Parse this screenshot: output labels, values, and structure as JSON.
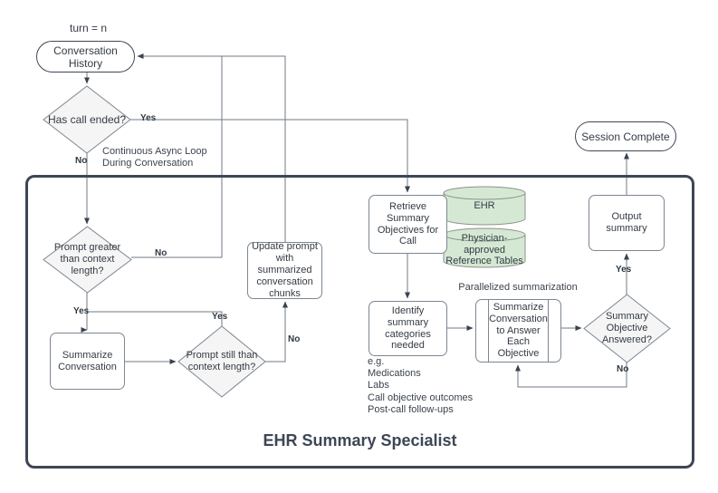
{
  "diagram": {
    "nodes": {
      "conversation_history": "Conversation History",
      "has_call_ended": "Has call ended?",
      "prompt_greater": "Prompt greater than context length?",
      "summarize_conversation": "Summarize Conversation",
      "prompt_still": "Prompt still than context length?",
      "update_prompt": "Update prompt with summarized conversation chunks",
      "retrieve_objectives": "Retrieve Summary Objectives for Call",
      "ehr_database": "EHR",
      "reference_tables": "Physician-approved Reference Tables",
      "identify_categories": "Identify summary categories needed",
      "summarize_each_objective": "Summarize Conversation to Answer Each Objective",
      "summary_objective_answered": "Summary Objective Answered?",
      "output_summary": "Output summary",
      "session_complete": "Session Complete"
    },
    "annotations": {
      "turn_counter": "turn = n",
      "continuous_loop": "Continuous Async Loop\nDuring Conversation",
      "parallelized": "Parallelized summarization",
      "examples": "e.g.\nMedications\nLabs\nCall objective outcomes\nPost-call follow-ups"
    },
    "edge_labels": {
      "ended_yes": "Yes",
      "ended_no": "No",
      "greater_no": "No",
      "greater_yes": "Yes",
      "still_yes": "Yes",
      "still_no": "No",
      "answer_yes": "Yes",
      "answer_no": "No"
    },
    "container_title": "EHR Summary Specialist",
    "colors": {
      "database_fill": "#d5e8d4",
      "decision_fill": "#f5f5f5",
      "container_border": "#3d4754",
      "connector": "#717a84"
    }
  }
}
